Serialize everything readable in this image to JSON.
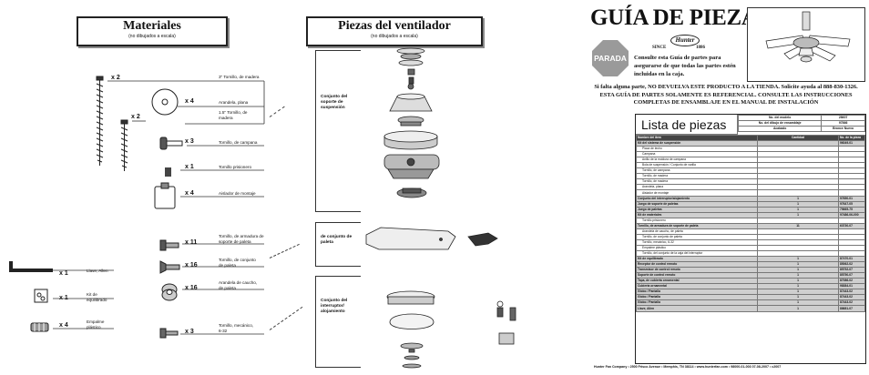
{
  "materiales": {
    "title": "Materiales",
    "subtitle": "(no dibujados a escala)",
    "items": [
      {
        "qty": "x 2",
        "label": "3\" Tornillo, de madera"
      },
      {
        "qty": "x 4",
        "label": "Arandela, plana"
      },
      {
        "qty": "",
        "label": "1.5\" Tornillo, de madera"
      },
      {
        "qty": "x 2",
        "label": ""
      },
      {
        "qty": "x 3",
        "label": "Tornillo, de campana"
      },
      {
        "qty": "x 1",
        "label": "Tornillo prisionero"
      },
      {
        "qty": "x 4",
        "label": "Aislador de montaje"
      },
      {
        "qty": "x 11",
        "label": "Tornillo, de armadura de soporte de paleta"
      },
      {
        "qty": "x 16",
        "label": "Tornillo, de conjunto de paleta"
      },
      {
        "qty": "x 16",
        "label": "Arandela de caucho, de paleta"
      },
      {
        "qty": "x 3",
        "label": "Tornillo, mecánico, 6-32"
      },
      {
        "qty": "x 1",
        "label": "Llave, Allen"
      },
      {
        "qty": "x 1",
        "label": "Kit de equilibrado"
      },
      {
        "qty": "x 4",
        "label": "Empalme plástico"
      }
    ]
  },
  "piezas": {
    "title": "Piezas del ventilador",
    "subtitle": "(no dibujados a escala)",
    "groups": [
      "Conjunto del soporte de suspensión",
      "de conjunto de paleta",
      "Conjunto del interruptor/ alojamiento"
    ]
  },
  "guia": {
    "title": "GUÍA DE PIEZAS",
    "brand": "Hunter",
    "since": "SINCE",
    "year": "1886",
    "stop": "PARADA",
    "consult": "Consulte esta Guía de partes para asegurarse de que todas las partes estén incluidas en la caja.",
    "warning": "Si falta alguna parte, NO DEVUELVA ESTE PRODUCTO A LA TIENDA. Solicite ayuda al 888-830-1326. ESTA GUÍA DE PARTES SOLAMENTE ES REFERENCIAL. CONSULTE LAS INSTRUCCIONES COMPLETAS DE ENSAMBLAJE EN EL MANUAL DE INSTALACIÓN"
  },
  "lista": {
    "title": "Lista de piezas",
    "meta": [
      {
        "k": "No. del modelo",
        "v": "28607"
      },
      {
        "k": "No. del dibujo de ensamblaje",
        "v": "97866"
      },
      {
        "k": "Acabado",
        "v": "Bronce Nuevo"
      }
    ],
    "header": {
      "name": "Nombre del ítem",
      "qty": "Cantidad",
      "part": "No. de la pieza"
    },
    "rows": [
      {
        "name": "Kit del sistema de suspensión",
        "qty": "",
        "part": "96049-01",
        "kit": true
      },
      {
        "name": "Placa de techo",
        "qty": "",
        "part": "",
        "kit": false
      },
      {
        "name": "Campana",
        "qty": "",
        "part": "",
        "kit": false
      },
      {
        "name": "Anillo de la moldura de campana",
        "qty": "",
        "part": "",
        "kit": false
      },
      {
        "name": "Bola de suspensión / Conjunto de varilla",
        "qty": "",
        "part": "",
        "kit": false
      },
      {
        "name": "Tornillo, de campana",
        "qty": "",
        "part": "",
        "kit": false
      },
      {
        "name": "Tornillo, de madera",
        "qty": "",
        "part": "",
        "kit": false
      },
      {
        "name": "Tornillo, de madera",
        "qty": "",
        "part": "",
        "kit": false
      },
      {
        "name": "Arandela, plana",
        "qty": "",
        "part": "",
        "kit": false
      },
      {
        "name": "Aislador de montaje",
        "qty": "",
        "part": "",
        "kit": false
      },
      {
        "name": "Conjunto del interruptor/alojamiento",
        "qty": "1",
        "part": "97650-01",
        "kit": true
      },
      {
        "name": "Juego de soporte de paletas",
        "qty": "1",
        "part": "97647-05",
        "kit": true
      },
      {
        "name": "Juego de paletas",
        "qty": "1",
        "part": "75665-75",
        "kit": true
      },
      {
        "name": "Kit de materiales",
        "qty": "1",
        "part": "97486-06-000",
        "kit": true
      },
      {
        "name": "Tornillo prisionero",
        "qty": "",
        "part": "",
        "kit": false
      },
      {
        "name": "Tornillo, de armadura de soporte de paleta",
        "qty": "11",
        "part": "63730-07",
        "kit": true
      },
      {
        "name": "Arandela de caucho, de paleta",
        "qty": "",
        "part": "",
        "kit": false
      },
      {
        "name": "Tornillo, de conjunto de paleta",
        "qty": "",
        "part": "",
        "kit": false
      },
      {
        "name": "Tornillo, mecánico, 6-32",
        "qty": "",
        "part": "",
        "kit": false
      },
      {
        "name": "Empalme plástico",
        "qty": "",
        "part": "",
        "kit": false
      },
      {
        "name": "Tornillo, del conjunto de la caja del interruptor",
        "qty": "",
        "part": "",
        "kit": false
      },
      {
        "name": "Kit de equilibrado",
        "qty": "1",
        "part": "87470-01",
        "kit": true
      },
      {
        "name": "Receptor de control remoto",
        "qty": "1",
        "part": "85062-02",
        "kit": true
      },
      {
        "name": "Transmisor de control remoto",
        "qty": "1",
        "part": "85752-07",
        "kit": true
      },
      {
        "name": "Soporte de control remoto",
        "qty": "1",
        "part": "85750-07",
        "kit": true
      },
      {
        "name": "Tapa, de cubierta ornamental",
        "qty": "1",
        "part": "87086-02",
        "kit": true
      },
      {
        "name": "Cubierta ornamental",
        "qty": "1",
        "part": "98384-01",
        "kit": true
      },
      {
        "name": "Globo / Pantalla",
        "qty": "1",
        "part": "87443-02",
        "kit": true
      },
      {
        "name": "Globo / Pantalla",
        "qty": "1",
        "part": "87443-02",
        "kit": true
      },
      {
        "name": "Globo / Pantalla",
        "qty": "1",
        "part": "87443-02",
        "kit": true
      },
      {
        "name": "Llave, Allen",
        "qty": "1",
        "part": "88681-07",
        "kit": true
      }
    ]
  },
  "footer": "Hunter Fan Company  •  2500 Frisco Avenue  •  Memphis, TN 38114  •  www.hunterfan.com  •  98000-01-003  07-08-2007  •  c2007"
}
